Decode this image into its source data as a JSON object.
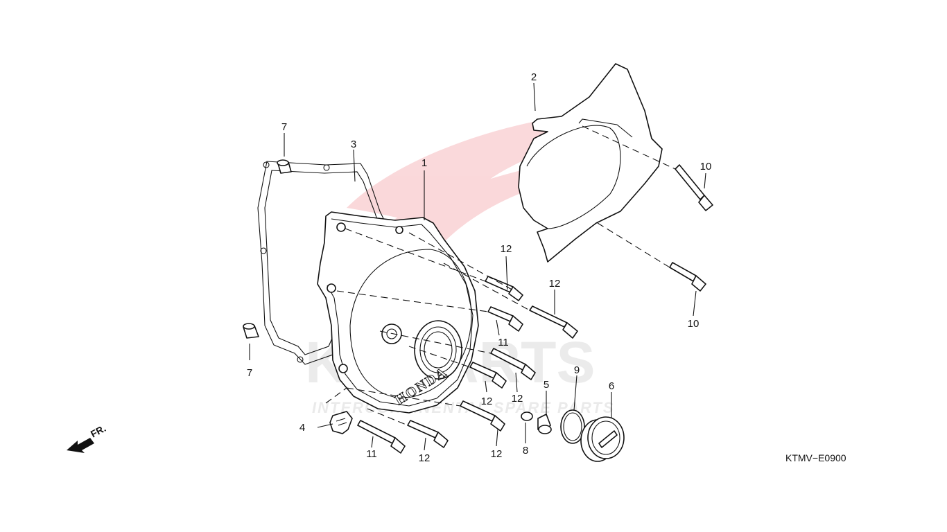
{
  "diagram_code": "KTMV−E0900",
  "front_arrow_label": "FR.",
  "cover_brand": "HONDA",
  "watermark": {
    "main": "KS PARTS",
    "sub": "INTERCONTINENTAL SPARE PARTS",
    "logo_color": "#e9505a"
  },
  "callouts": [
    "1",
    "2",
    "3",
    "4",
    "5",
    "6",
    "7",
    "7",
    "8",
    "9",
    "10",
    "10",
    "11",
    "11",
    "11",
    "12",
    "12",
    "12",
    "12",
    "12",
    "12",
    "12"
  ]
}
